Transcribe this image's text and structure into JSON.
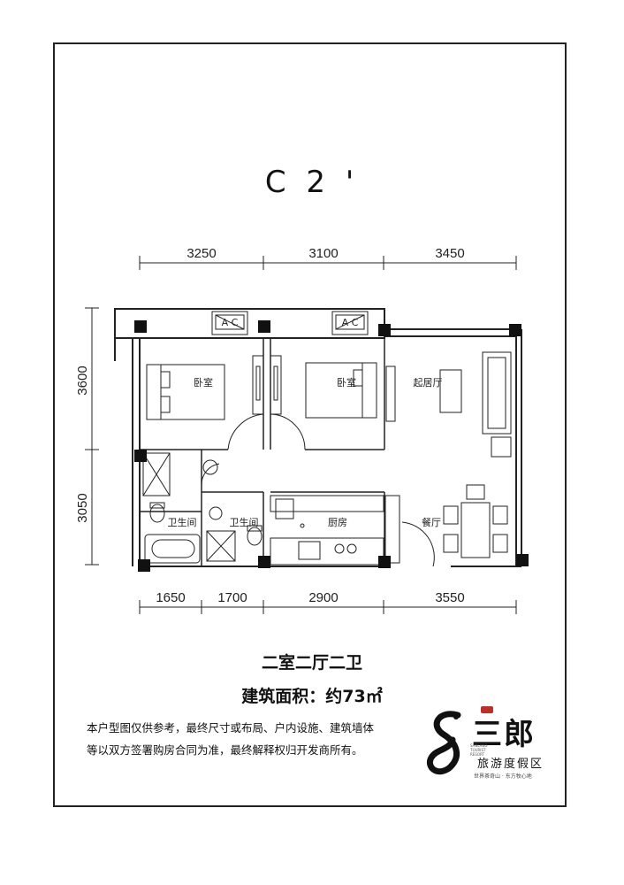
{
  "title": "C 2 '",
  "dimensions": {
    "top": [
      "3250",
      "3100",
      "3450"
    ],
    "bottom": [
      "1650",
      "1700",
      "2900",
      "3550"
    ],
    "left": [
      "3600",
      "3050"
    ]
  },
  "rooms": {
    "bedroom_1": "卧室",
    "bedroom_2": "卧室",
    "living_room": "起居厅",
    "bathroom_1": "卫生间",
    "bathroom_2": "卫生间",
    "kitchen": "厨房",
    "dining_room": "餐厅",
    "ac_label": "A C"
  },
  "layout_name": "二室二厅二卫",
  "area": "建筑面积：约73㎡",
  "disclaimer": "本户型图仅供参考，最终尺寸或布局、户内设施、建筑墙体等以双方签署购房合同为准，最终解释权归开发商所有。",
  "logo": {
    "brand": "三郎",
    "subtitle": "旅游度假区",
    "tagline": "世界茶奇山 · 东方牧心地",
    "english": "SANLANG TOURIST RESORT"
  }
}
